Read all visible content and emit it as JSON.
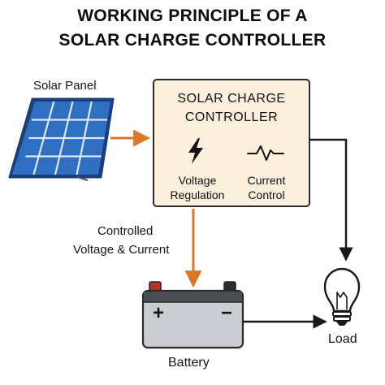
{
  "title": {
    "line1": "WORKING PRINCIPLE OF A",
    "line2": "SOLAR CHARGE CONTROLLER"
  },
  "solar_panel": {
    "label": "Solar Panel"
  },
  "controller": {
    "title_line1": "SOLAR CHARGE",
    "title_line2": "CONTROLLER",
    "voltage_line1": "Voltage",
    "voltage_line2": "Regulation",
    "current_line1": "Current",
    "current_line2": "Control"
  },
  "flow": {
    "controlled_line1": "Controlled",
    "controlled_line2": "Voltage & Current"
  },
  "battery": {
    "label": "Battery",
    "plus": "+",
    "minus": "−"
  },
  "load": {
    "label": "Load"
  },
  "colors": {
    "arrow_orange": "#d9772a",
    "panel_blue": "#2f6fc2",
    "panel_frame": "#1c3f7c",
    "controller_fill": "#fbefdd",
    "battery_body": "#c9ccd0",
    "battery_band": "#4a4e54",
    "terminal_red": "#b8322a",
    "terminal_black": "#2b2b2b"
  }
}
